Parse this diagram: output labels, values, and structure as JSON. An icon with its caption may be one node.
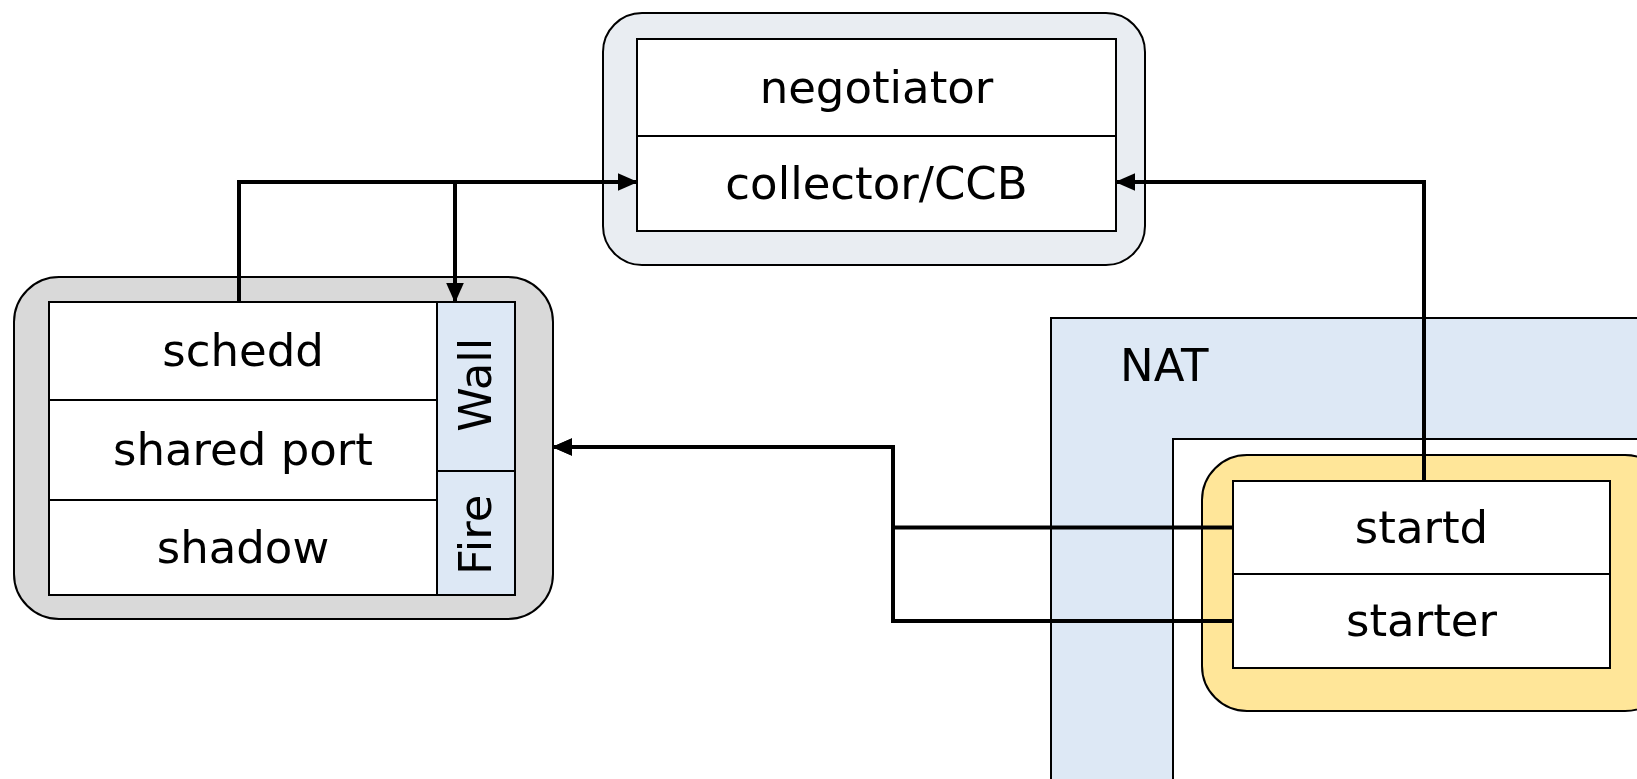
{
  "diagram": {
    "nodes": [
      {
        "text": [],
        "shape": "box"
      },
      {
        "text": [
          "negotiator"
        ],
        "in": 0
      },
      {
        "text": [
          "collector/CCB"
        ],
        "in": 0
      },
      {
        "text": [],
        "shape": "box"
      },
      {
        "text": [
          "schedd"
        ],
        "in": 3
      },
      {
        "text": [
          "shared port"
        ],
        "in": 3
      },
      {
        "text": [
          "shadow"
        ],
        "in": 3
      },
      {
        "text": [
          "Fire",
          "Wall"
        ],
        "in": 3
      },
      {
        "text": [
          "NAT"
        ]
      },
      {
        "text": [],
        "shape": "box",
        "in": 8
      },
      {
        "text": [
          "startd"
        ],
        "in": 9
      },
      {
        "text": [
          "starter"
        ],
        "in": 9
      }
    ],
    "edges": [
      {
        "from": 4,
        "to": 2,
        "arrow": "to"
      },
      {
        "from": 4,
        "to": 7,
        "arrow": "to"
      },
      {
        "from": 10,
        "to": 2,
        "arrow": "to"
      },
      {
        "from": 10,
        "to": 3,
        "arrow": "to"
      },
      {
        "from": 11,
        "to": 3,
        "arrow": "to"
      }
    ]
  }
}
